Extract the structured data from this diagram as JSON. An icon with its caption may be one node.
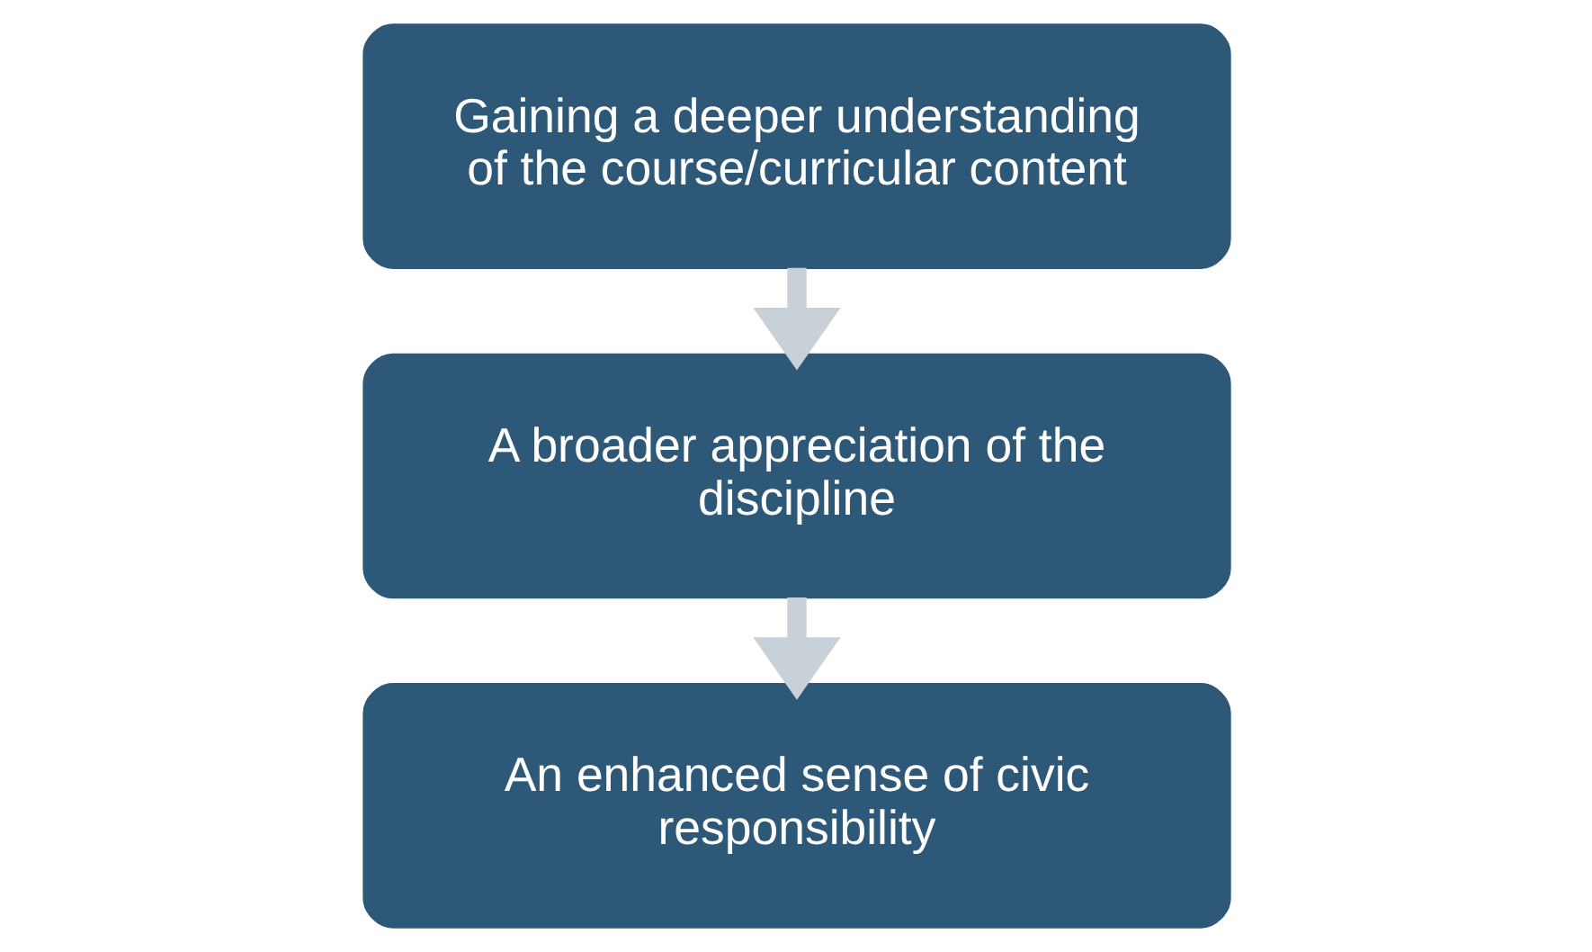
{
  "diagram": {
    "nodes": [
      {
        "text": [
          "Gaining a deeper understanding of the course/curricular content"
        ]
      },
      {
        "text": [
          "A broader appreciation of the discipline"
        ]
      },
      {
        "text": [
          "An enhanced sense of civic responsibility"
        ]
      }
    ],
    "edges": [
      {
        "from": 0,
        "to": 1,
        "arrow": "to"
      },
      {
        "from": 1,
        "to": 2,
        "arrow": "to"
      }
    ]
  }
}
